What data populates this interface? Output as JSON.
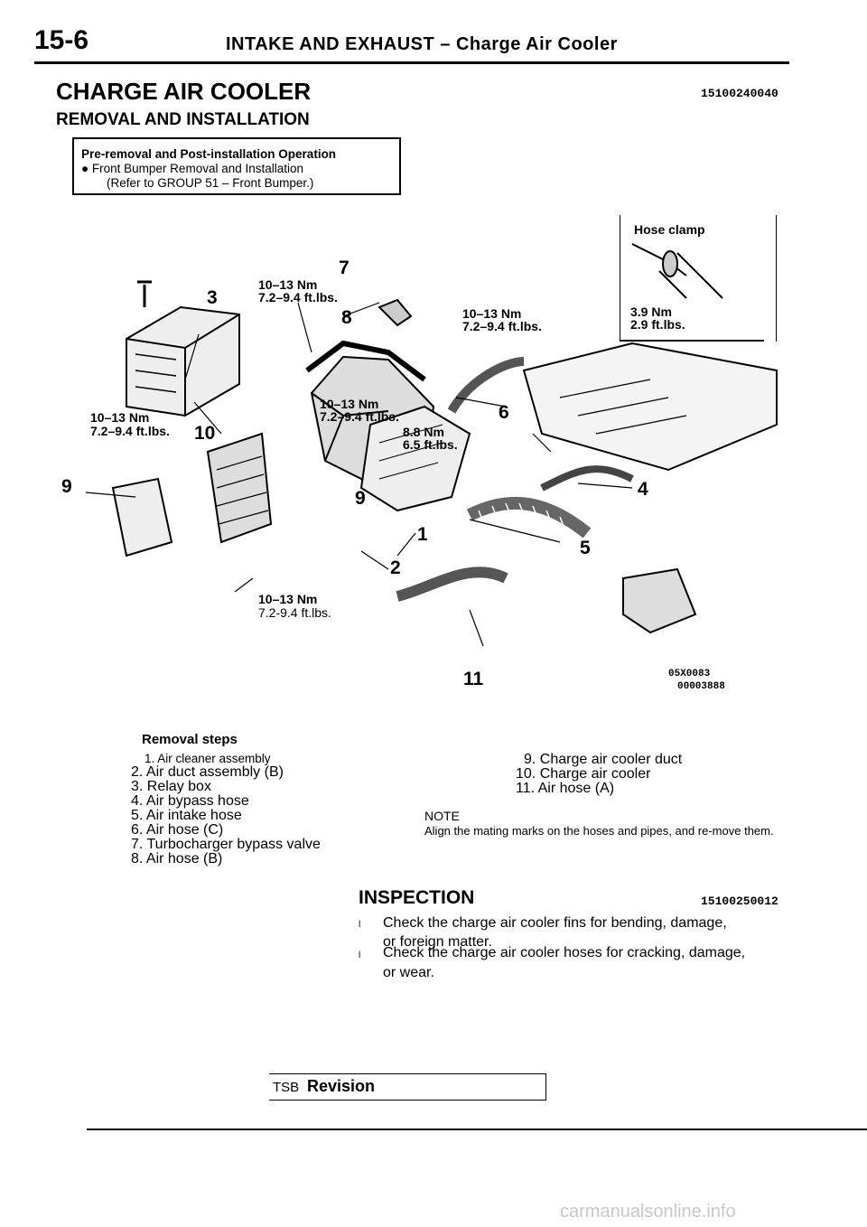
{
  "header": {
    "page_number": "15-6",
    "title": "INTAKE AND EXHAUST – Charge Air Cooler"
  },
  "section": {
    "title": "CHARGE AIR COOLER",
    "code": "15100240040",
    "subtitle": "REMOVAL AND INSTALLATION"
  },
  "pre_removal": {
    "line1": "Pre-removal and Post-installation Operation",
    "line2": "● Front Bumper Removal and Installation",
    "line3": "(Refer to GROUP 51 – Front Bumper.)"
  },
  "figure": {
    "hose_clamp_label": "Hose clamp",
    "hose_clamp_torque": [
      "3.9 Nm",
      "2.9 ft.lbs."
    ],
    "torques": {
      "t_bolt_top": [
        "10–13 Nm",
        "7.2–9.4 ft.lbs."
      ],
      "t_valve": [
        "10–13 Nm",
        "7.2–9.4 ft.lbs."
      ],
      "t_mid": [
        "10–13 Nm",
        "7.2–9.4 ft.lbs."
      ],
      "t_left": [
        "10–13 Nm",
        "7.2–9.4 ft.lbs."
      ],
      "t_clamp": [
        "8.8 Nm",
        "6.5 ft.lbs."
      ],
      "t_bottom": [
        "10–13 Nm",
        "7.2-9.4 ft.lbs."
      ]
    },
    "callouts": [
      "1",
      "2",
      "3",
      "4",
      "5",
      "6",
      "7",
      "8",
      "9",
      "9",
      "10",
      "11"
    ],
    "code1": "05X0083",
    "code2": "00003888"
  },
  "removal": {
    "heading": "Removal steps",
    "left": [
      "1. Air cleaner assembly",
      "2. Air duct assembly (B)",
      "3. Relay box",
      "4. Air bypass hose",
      "5. Air intake hose",
      "6. Air hose (C)",
      "7. Turbocharger bypass valve",
      "8. Air hose (B)"
    ],
    "right": [
      "9. Charge air cooler duct",
      "10. Charge air cooler",
      "11. Air hose (A)"
    ],
    "note_label": "NOTE",
    "note_text": "Align the mating marks on the hoses and pipes, and re-move them."
  },
  "inspection": {
    "title": "INSPECTION",
    "code": "15100250012",
    "items": [
      {
        "line1": "Check the charge air cooler fins for bending, damage,",
        "line2": "or foreign matter."
      },
      {
        "line1": "Check the charge air cooler hoses for cracking, damage,",
        "line2": "or wear."
      }
    ],
    "bullet": "l"
  },
  "footer": {
    "tsb_prefix": "TSB",
    "tsb_label": "Revision",
    "watermark": "carmanualsonline.info"
  }
}
